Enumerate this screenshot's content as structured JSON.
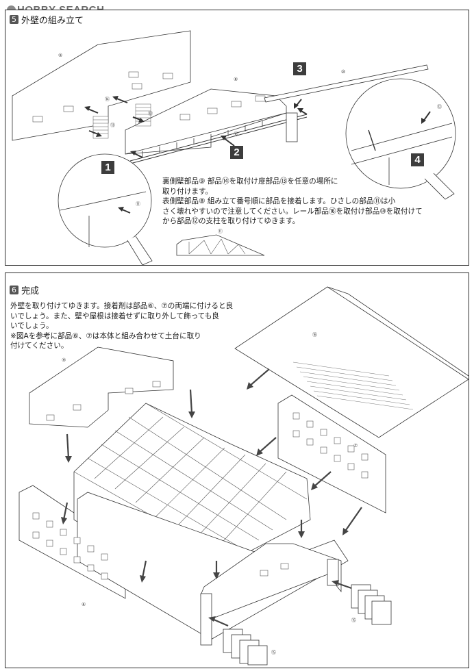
{
  "logo": {
    "text": "HOBBY SEARCH"
  },
  "step5": {
    "badge": "5",
    "title": "外壁の組み立て",
    "callouts": [
      "1",
      "2",
      "3",
      "4"
    ],
    "part_labels": {
      "p9": "⑨",
      "p8": "⑧",
      "p10": "⑩",
      "p12": "⑫",
      "p13a": "⑬",
      "p13b": "⑬",
      "p14": "⑭",
      "p16": "⑯",
      "p11a": "⑪",
      "p11b": "⑪"
    },
    "instructions": [
      "裏側壁部品⑨ 部品⑭を取付け扉部品⑬を任意の場所に",
      "取り付けます。",
      "表側壁部品⑧ 組み立て番号順に部品を接着します。ひさしの部品⑪は小",
      "さく壊れやすいので注意してください。レール部品⑯を取付け部品⑩を取付けて",
      "から部品⑫の支柱を取り付けてゆきます。"
    ]
  },
  "step6": {
    "badge": "6",
    "title": "完成",
    "instructions": [
      "外壁を取り付けてゆきます。接着剤は部品⑥、⑦の両端に付けると良",
      "いでしょう。また、壁や屋根は接着せずに取り外して飾っても良",
      "いでしょう。",
      "※図Aを参考に部品⑥、⑦は本体と組み合わせて土台に取り",
      "付けてください。"
    ],
    "part_labels": {
      "p9": "⑨",
      "p16": "⑯",
      "p7": "⑦",
      "p6": "⑥",
      "p15a": "⑮",
      "p15b": "⑮"
    }
  }
}
